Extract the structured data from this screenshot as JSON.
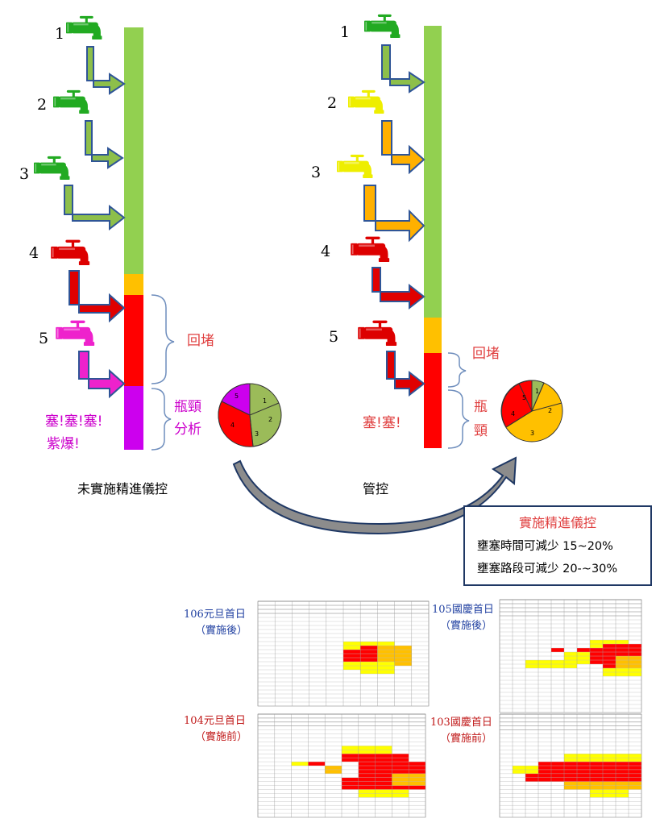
{
  "left_panel": {
    "tap_labels": [
      "1",
      "2",
      "3",
      "4",
      "5"
    ],
    "tap_colors": [
      "#22aa22",
      "#22aa22",
      "#22aa22",
      "#dd0000",
      "#ee22cc"
    ],
    "backlog_label": "回堵",
    "bottleneck_label_line1": "瓶頸",
    "bottleneck_label_line2": "分析",
    "jam_text_line1": "塞!塞!塞!",
    "jam_text_line2": "紫爆!",
    "caption": "未實施精進儀控",
    "pie": {
      "slices": [
        "1",
        "2",
        "3",
        "4",
        "5"
      ]
    }
  },
  "right_panel": {
    "tap_labels": [
      "1",
      "2",
      "3",
      "4",
      "5"
    ],
    "tap_colors": [
      "#22aa22",
      "#eeee00",
      "#eeee00",
      "#dd0000",
      "#dd0000"
    ],
    "backlog_label": "回堵",
    "bottleneck_label_line1": "瓶",
    "bottleneck_label_line2": "頸",
    "jam_text": "塞!塞!",
    "pie": {
      "slices": [
        "1",
        "2",
        "3",
        "4",
        "5"
      ]
    }
  },
  "curve_label": "管控",
  "result_box": {
    "title": "實施精進儀控",
    "line1": "壅塞時間可減少 15~20%",
    "line2": "壅塞路段可減少 20-~30%"
  },
  "tables": {
    "t106": {
      "line1": "106元旦首日",
      "line2": "（實施後）"
    },
    "t105": {
      "line1": "105國慶首日",
      "line2": "（實施後）"
    },
    "t104": {
      "line1": "104元旦首日",
      "line2": "（實施前）"
    },
    "t103": {
      "line1": "103國慶首日",
      "line2": "（實施前）"
    }
  },
  "colors": {
    "green_bar": "#92d050",
    "orange": "#ffc000",
    "red": "#ff0000",
    "purple": "#cc00ee",
    "pie_green": "#9bbb59",
    "arrow_green": "#8dbf4a",
    "arrow_orange": "#ffb000",
    "arrow_red": "#e00000",
    "arrow_magenta": "#ee22cc",
    "box_border": "#1f3864"
  }
}
